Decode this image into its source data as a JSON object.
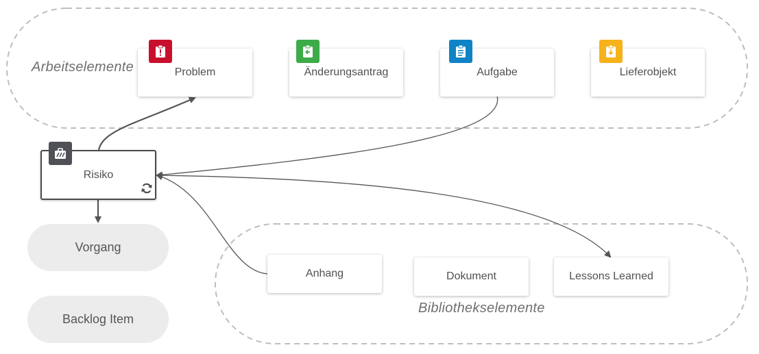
{
  "groups": {
    "work_items_label": "Arbeitselemente",
    "library_items_label": "Bibliothekselemente"
  },
  "work_items": [
    {
      "label": "Problem",
      "badge_color": "#c8102e",
      "icon": "alert-clipboard-icon"
    },
    {
      "label": "Änderungsantrag",
      "badge_color": "#3dab48",
      "icon": "change-request-icon"
    },
    {
      "label": "Aufgabe",
      "badge_color": "#0f83c6",
      "icon": "task-clipboard-icon"
    },
    {
      "label": "Lieferobjekt",
      "badge_color": "#f6b21a",
      "icon": "deliverable-clipboard-icon"
    }
  ],
  "risk": {
    "label": "Risiko",
    "badge_color": "#4f5156",
    "icon": "risk-briefcase-icon",
    "status_icon": "refresh-icon"
  },
  "containers": [
    {
      "label": "Vorgang"
    },
    {
      "label": "Backlog Item"
    }
  ],
  "library_items": [
    {
      "label": "Anhang"
    },
    {
      "label": "Dokument"
    },
    {
      "label": "Lessons Learned"
    }
  ],
  "colors": {
    "dashed_border": "#bdbdbd",
    "arrow": "#555555",
    "pill_bg": "#ececec"
  }
}
